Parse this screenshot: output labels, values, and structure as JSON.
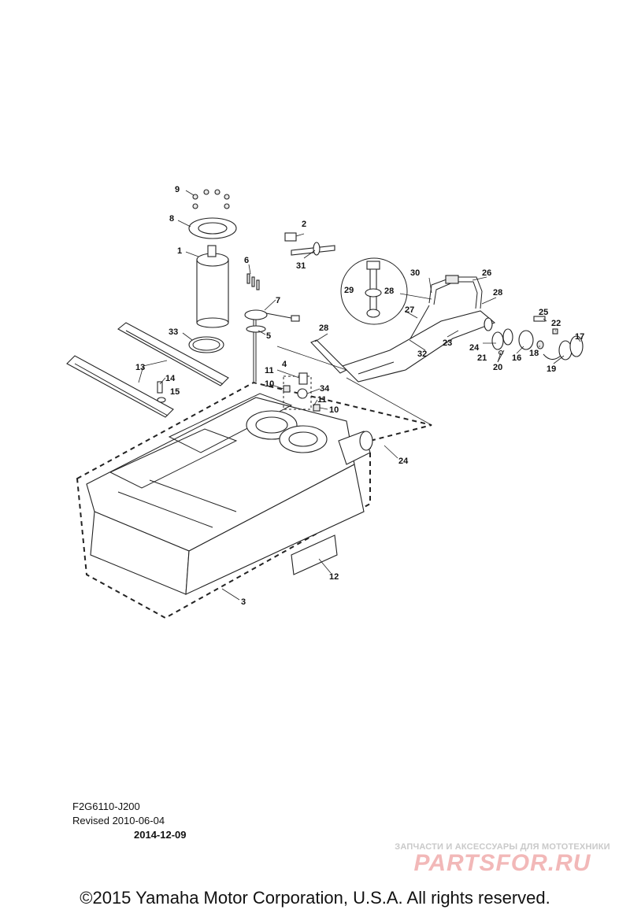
{
  "callouts": {
    "c1": "1",
    "c2": "2",
    "c3": "3",
    "c4": "4",
    "c5": "5",
    "c6": "6",
    "c7": "7",
    "c8": "8",
    "c9": "9",
    "c10a": "10",
    "c10b": "10",
    "c11a": "11",
    "c11b": "11",
    "c12": "12",
    "c13": "13",
    "c14": "14",
    "c15": "15",
    "c16": "16",
    "c17": "17",
    "c18": "18",
    "c19": "19",
    "c20": "20",
    "c21": "21",
    "c22": "22",
    "c23": "23",
    "c24a": "24",
    "c24b": "24",
    "c25": "25",
    "c26": "26",
    "c27": "27",
    "c28a": "28",
    "c28b": "28",
    "c28c": "28",
    "c29": "29",
    "c30": "30",
    "c31": "31",
    "c32": "32",
    "c33": "33",
    "c34": "34"
  },
  "footer": {
    "code": "F2G6110-J200",
    "revised": "Revised 2010-06-04",
    "date": "2014-12-09",
    "copyright": "©2015 Yamaha Motor Corporation, U.S.A. All rights reserved."
  },
  "watermark": {
    "subtitle": "ЗАПЧАСТИ И АКСЕССУАРЫ ДЛЯ МОТОТЕХНИКИ",
    "brand": "PARTSFOR.RU"
  },
  "colors": {
    "ink": "#111111",
    "watermark_brand": "#f2b8b8",
    "watermark_sub": "#c9c9c9"
  }
}
